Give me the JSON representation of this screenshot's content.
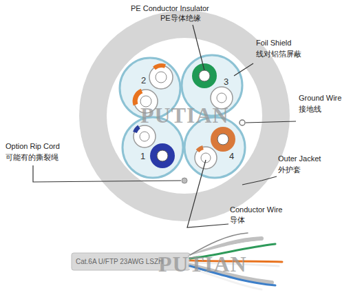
{
  "diagram": {
    "labels": [
      "PE Conductor Insulator",
      "PE导体绝缘",
      "Foil Shield",
      "线对铝箔屏蔽",
      "Ground Wire",
      "接地线",
      "Option Rip Cord",
      "可能有的撕裂绳",
      "Outer Jacket",
      "外护套",
      "Conductor Wire",
      "导体",
      "2",
      "3",
      "1",
      "4",
      "PUTIAN",
      "Cat.6A U/FTP 23AWG LSZH",
      "PUTIAN"
    ]
  }
}
